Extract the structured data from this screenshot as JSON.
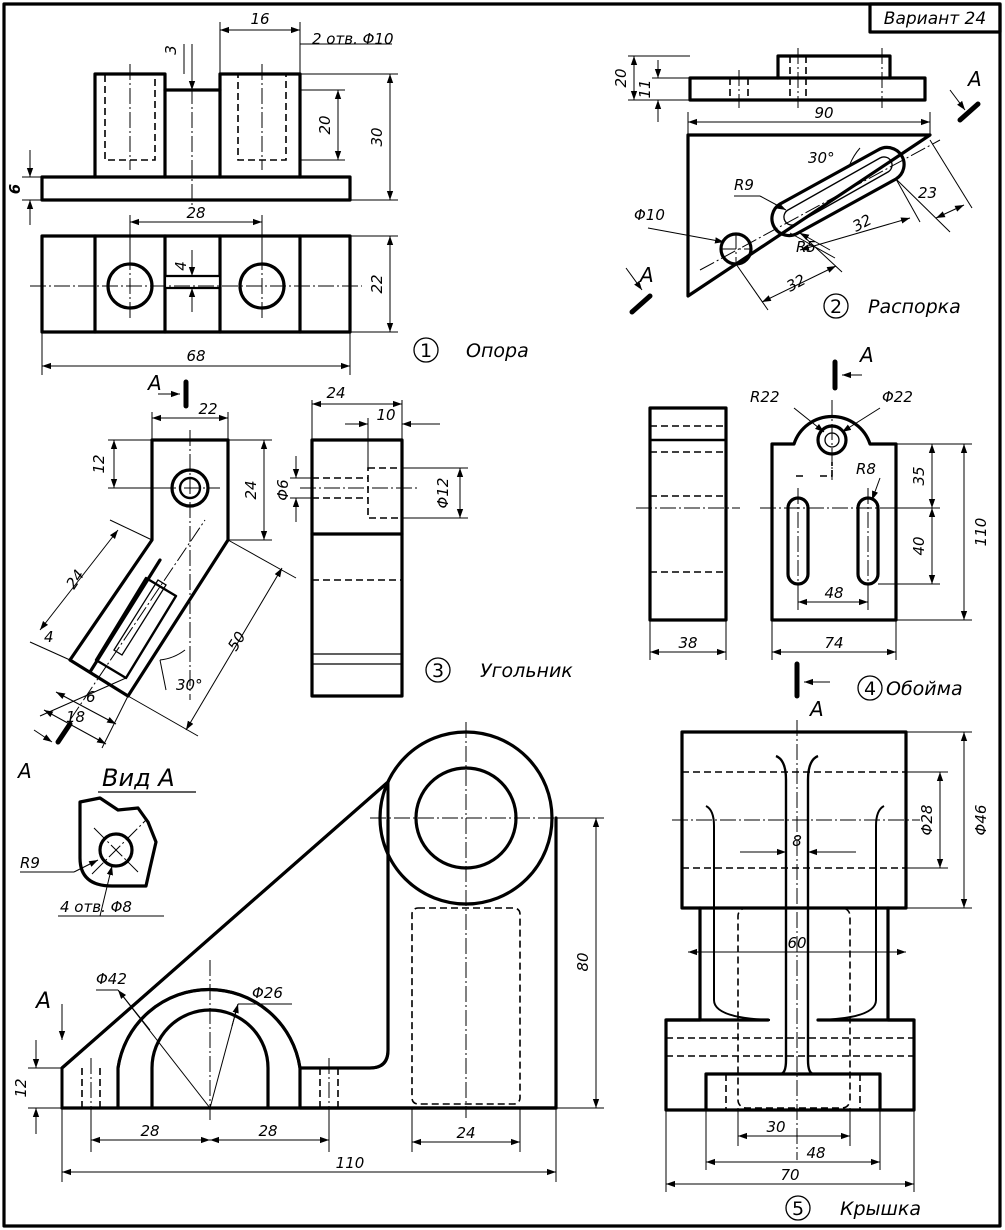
{
  "variant": "Вариант 24",
  "parts": [
    {
      "number": "1",
      "name": "Опора"
    },
    {
      "number": "2",
      "name": "Распорка"
    },
    {
      "number": "3",
      "name": "Угольник"
    },
    {
      "number": "4",
      "name": "Обойма"
    },
    {
      "number": "5",
      "name": "Крышка"
    }
  ],
  "opora": {
    "d16": "16",
    "holes": "2 отв. Φ10",
    "d3": "3",
    "d20": "20",
    "d30": "30",
    "d6": "6",
    "d28": "28",
    "d4": "4",
    "d22": "22",
    "d68": "68"
  },
  "rasporka": {
    "d20": "20",
    "d11": "11",
    "d90": "90",
    "d30deg": "30°",
    "r9": "R9",
    "d23": "23",
    "phi10": "Φ10",
    "r5": "R5",
    "d32a": "32",
    "d32b": "32",
    "view": "A"
  },
  "ugolnik": {
    "d22": "22",
    "d12": "12",
    "d24a": "24",
    "phi6": "Φ6",
    "d24b": "24",
    "d10": "10",
    "phi12": "Φ12",
    "d24c": "24",
    "d4": "4",
    "d6": "6",
    "d18": "18",
    "d30deg": "30°",
    "d50": "50",
    "view": "A"
  },
  "oboima": {
    "r22": "R22",
    "phi22": "Φ22",
    "r8": "R8",
    "d35": "35",
    "d110": "110",
    "d40": "40",
    "d48": "48",
    "d38": "38",
    "d74": "74",
    "view": "A"
  },
  "vidA": {
    "title": "Вид А",
    "r9": "R9",
    "holes": "4 отв. Φ8"
  },
  "korpus": {
    "phi42": "Φ42",
    "phi26": "Φ26",
    "d80": "80",
    "d12": "12",
    "d28a": "28",
    "d28b": "28",
    "d24": "24",
    "d110": "110",
    "view": "A"
  },
  "kryshka": {
    "phi46": "Φ46",
    "phi28": "Φ28",
    "d8": "8",
    "d60": "60",
    "d30": "30",
    "d48": "48",
    "d70": "70"
  }
}
